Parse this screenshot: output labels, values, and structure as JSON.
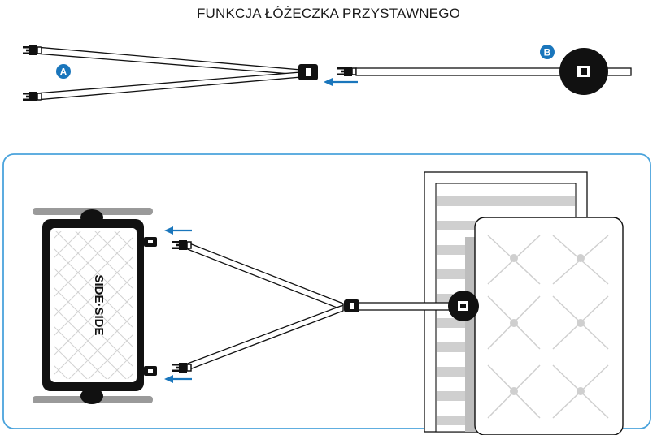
{
  "title": "FUNKCJA ŁÓŻECZKA PRZYSTAWNEGO",
  "labels": {
    "strap": "A",
    "anchor": "B"
  },
  "brand": "SIDE·SIDE",
  "colors": {
    "accent": "#1a76bc",
    "frame": "#4aa3dc",
    "ink": "#111111",
    "stripe": "#cfcfcf"
  },
  "icons": [
    "buckle-icon",
    "arrow-left-icon",
    "anchor-disc-icon"
  ]
}
